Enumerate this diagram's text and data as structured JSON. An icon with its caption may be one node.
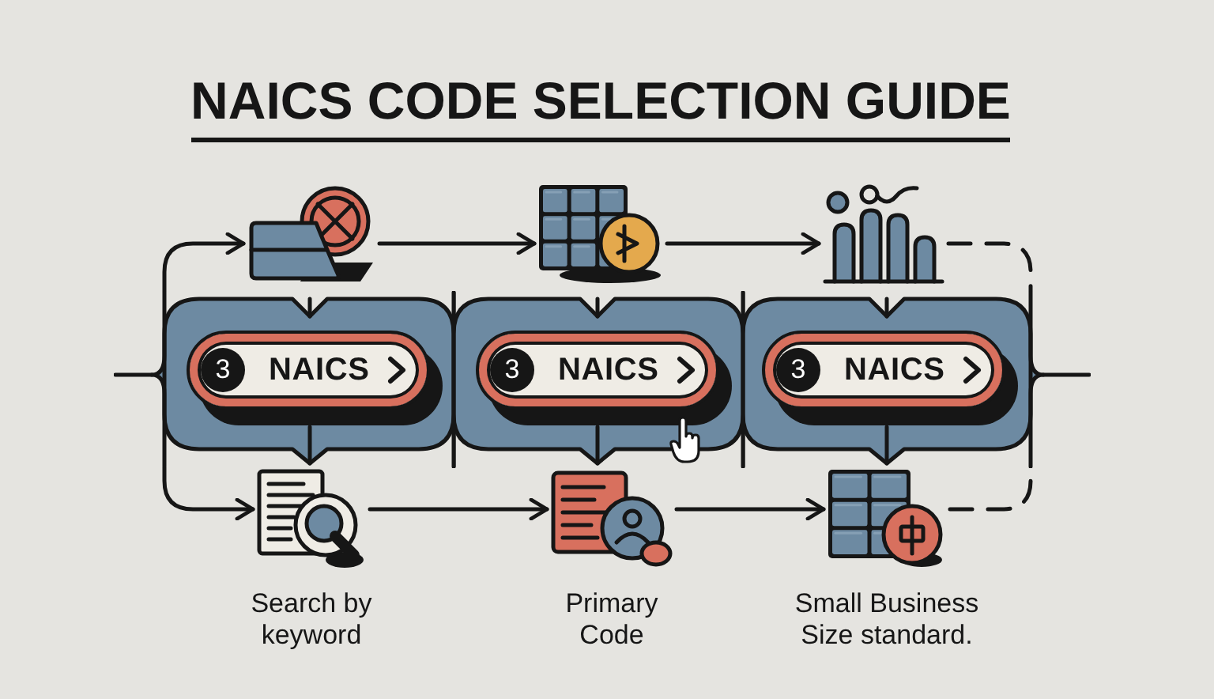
{
  "diagram": {
    "title": "NAICS CODE SELECTION GUIDE",
    "nodes": [
      {
        "text": [],
        "shape": "picture"
      },
      {
        "text": [],
        "shape": "picture"
      },
      {
        "text": [],
        "shape": "picture"
      },
      {
        "text": [],
        "shape": "box"
      },
      {
        "text": [
          "3",
          "NAICS"
        ],
        "in": 3
      },
      {
        "text": [],
        "shape": "box"
      },
      {
        "text": [
          "3",
          "NAICS"
        ],
        "in": 5
      },
      {
        "text": [],
        "shape": "box"
      },
      {
        "text": [
          "3",
          "NAICS"
        ],
        "in": 7
      },
      {
        "text": [],
        "shape": "picture",
        "beside": [
          "Search by keyword"
        ]
      },
      {
        "text": [],
        "shape": "picture",
        "beside": [
          "Primary Code"
        ]
      },
      {
        "text": [],
        "shape": "picture",
        "beside": [
          "Small Business Size standard."
        ]
      }
    ],
    "edges": [
      {
        "from": 3,
        "to": 0,
        "arrow": "to"
      },
      {
        "from": 0,
        "to": 1,
        "arrow": "to"
      },
      {
        "from": 1,
        "to": 2,
        "arrow": "to"
      },
      {
        "from": 2,
        "to": 7,
        "arrow": "none",
        "style": "dashed"
      },
      {
        "from": 3,
        "to": 9,
        "arrow": "to"
      },
      {
        "from": 9,
        "to": 10,
        "arrow": "to"
      },
      {
        "from": 10,
        "to": 11,
        "arrow": "to"
      },
      {
        "from": 11,
        "to": 7,
        "arrow": "none",
        "style": "dashed"
      }
    ]
  }
}
